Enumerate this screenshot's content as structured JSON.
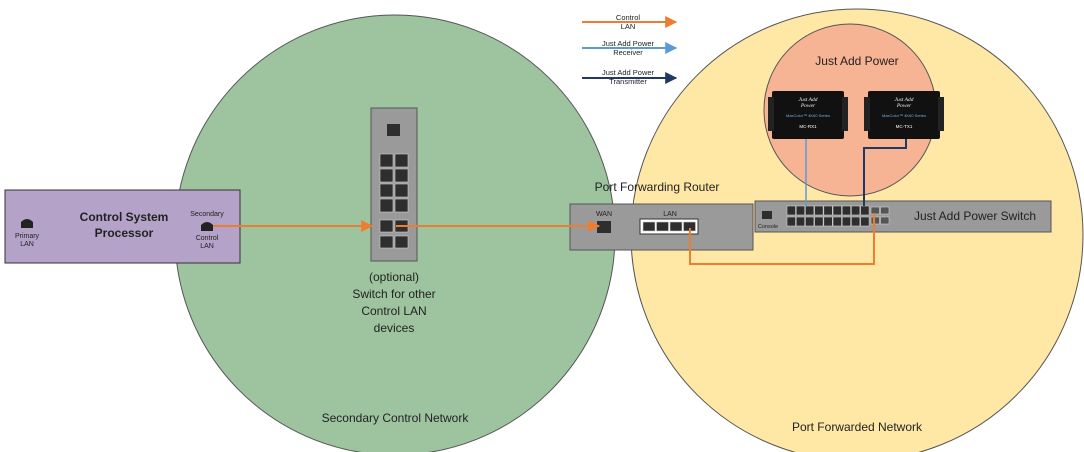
{
  "legend": {
    "items": [
      {
        "line1": "Control",
        "line2": "LAN",
        "color": "#ED7D31"
      },
      {
        "line1": "Just Add Power",
        "line2": "Receiver",
        "color": "#5B9BD5"
      },
      {
        "line1": "Just Add Power",
        "line2": "Transmitter",
        "color": "#1F3864"
      }
    ]
  },
  "networks": {
    "secondary_label": "Secondary Control Network",
    "forwarded_label": "Port Forwarded Network",
    "jap_circle_label": "Just Add Power"
  },
  "processor": {
    "title_line1": "Control System",
    "title_line2": "Processor",
    "primary_line1": "Primary",
    "primary_line2": "LAN",
    "secondary_top": "Secondary",
    "control_line1": "Control",
    "control_line2": "LAN"
  },
  "switch_label": {
    "line1": "(optional)",
    "line2": "Switch for other",
    "line3": "Control LAN",
    "line4": "devices"
  },
  "router": {
    "title": "Port Forwarding Router",
    "wan": "WAN",
    "lan": "LAN"
  },
  "jap_switch": {
    "title": "Just Add Power Switch",
    "console": "Console"
  },
  "devices": {
    "rx": {
      "brand_line1": "Just Add",
      "brand_line2": "Power",
      "series": "MaxColor™ 4K60 Series",
      "model": "MC-RX1"
    },
    "tx": {
      "brand_line1": "Just Add",
      "brand_line2": "Power",
      "series": "MaxColor™ 4K60 Series",
      "model": "MC-TX1"
    }
  },
  "colors": {
    "green_circle": "#9EC49F",
    "yellow_circle": "#FFE8A6",
    "salmon_circle": "#F7B494",
    "processor_fill": "#B4A2C8",
    "device_gray": "#9A9A9A",
    "port_dark": "#2E2E2E",
    "orange": "#ED7D31",
    "receiver_blue": "#5B9BD5",
    "transmitter_navy": "#1F3864"
  }
}
